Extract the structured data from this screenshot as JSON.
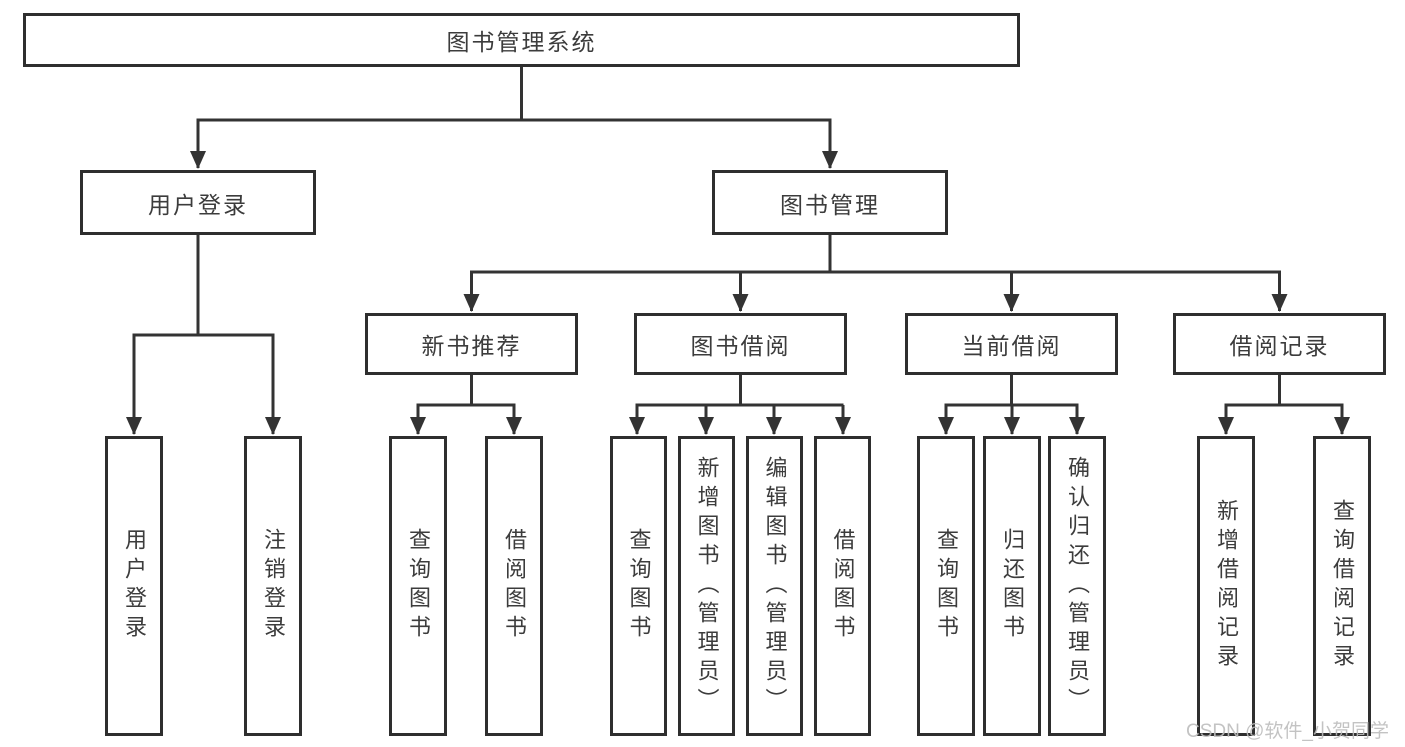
{
  "nodes": {
    "root": "图书管理系统",
    "user_login": "用户登录",
    "book_management": "图书管理",
    "new_book_recommend": "新书推荐",
    "book_borrowing": "图书借阅",
    "current_borrowing": "当前借阅",
    "borrowing_records": "借阅记录",
    "leaves": {
      "user_login": [
        "用户登录",
        "注销登录"
      ],
      "new_book_recommend": [
        "查询图书",
        "借阅图书"
      ],
      "book_borrowing": [
        "查询图书",
        "新增图书（管理员）",
        "编辑图书（管理员）",
        "借阅图书"
      ],
      "current_borrowing": [
        "查询图书",
        "归还图书",
        "确认归还（管理员）"
      ],
      "borrowing_records": [
        "新增借阅记录",
        "查询借阅记录"
      ]
    }
  },
  "watermark": "CSDN @软件_小贺同学",
  "colors": {
    "line": "#333333",
    "border": "#2e2e2e",
    "text": "#3c3c3c",
    "watermark": "#bdbdbd",
    "background": "#ffffff"
  }
}
